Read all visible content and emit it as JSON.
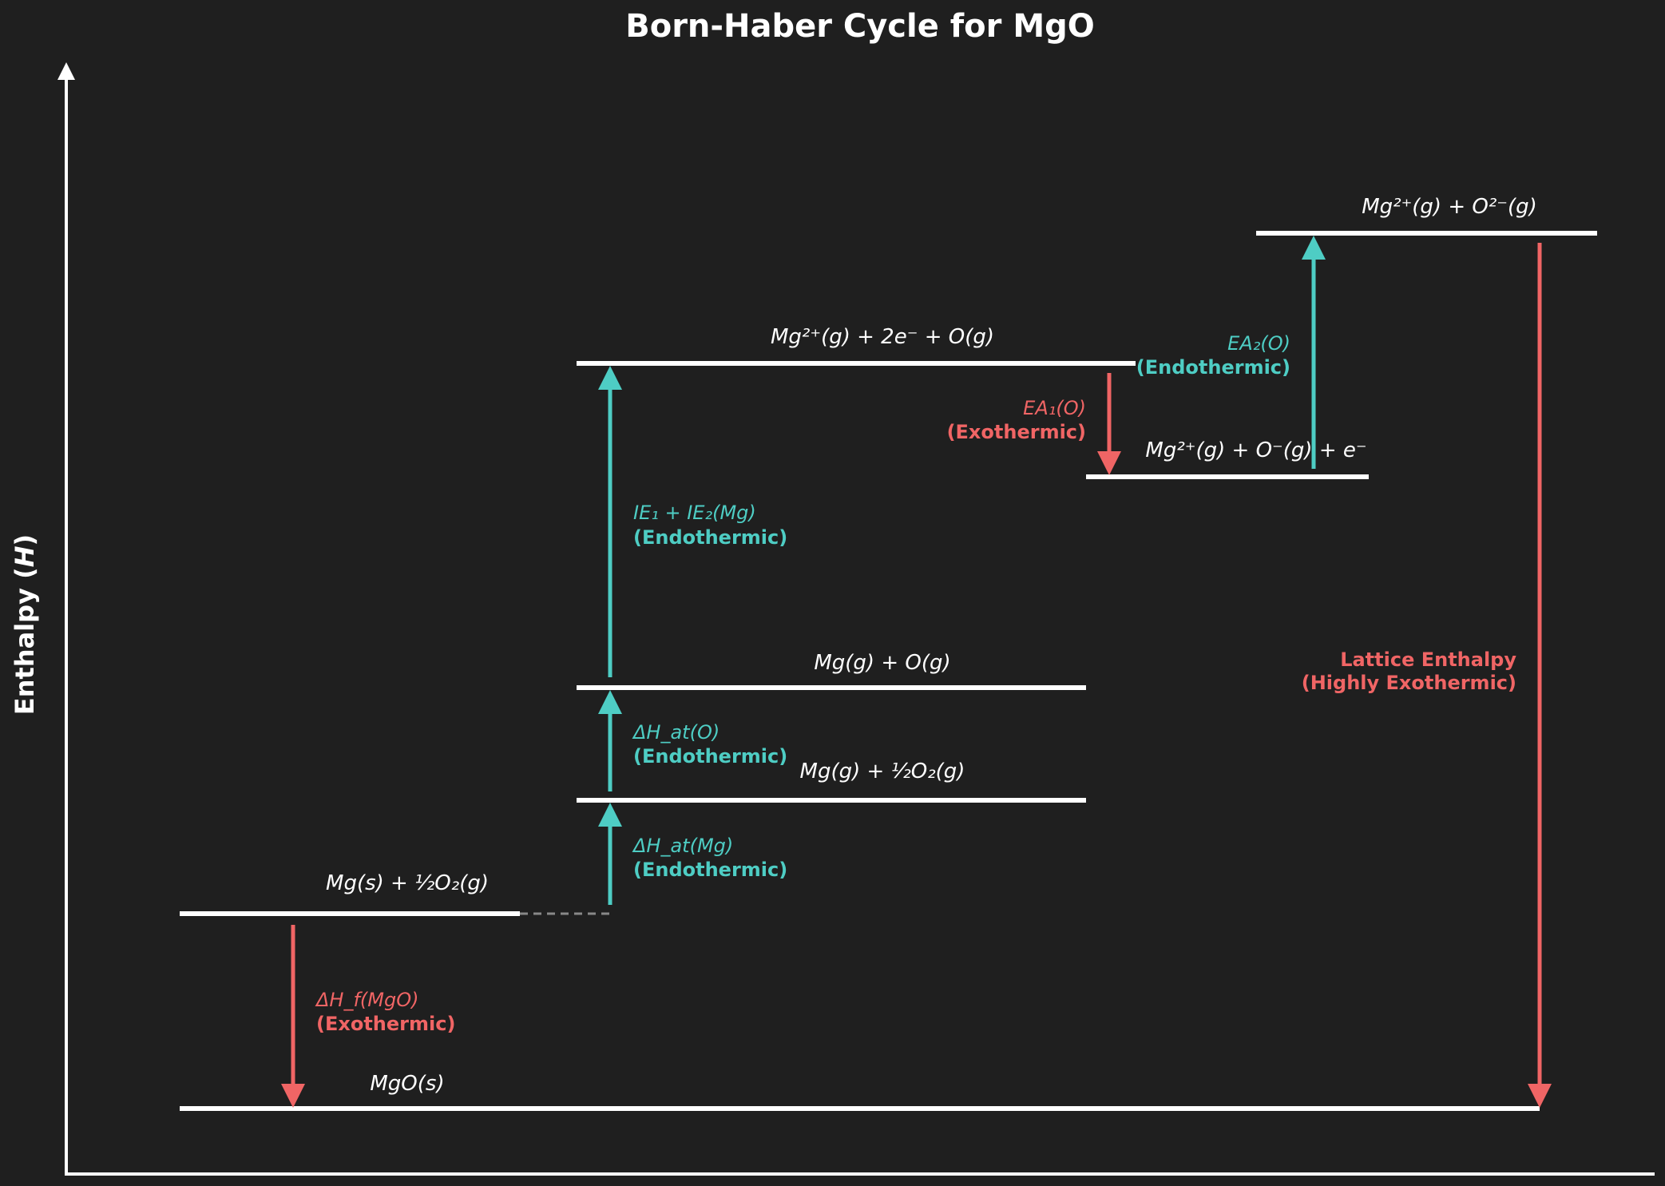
{
  "title": "Born-Haber Cycle for MgO",
  "y_axis": {
    "label_prefix": "Enthalpy (",
    "label_symbol": "H",
    "label_suffix": ")"
  },
  "colors": {
    "background": "#1f1f1f",
    "level": "#ffffff",
    "endothermic": "#4ecdc4",
    "exothermic": "#f06565",
    "connector": "#888888"
  },
  "levels": [
    {
      "id": "mgo",
      "label": "MgO(s)"
    },
    {
      "id": "elements",
      "label": "Mg(s) + ½O₂(g)"
    },
    {
      "id": "mg_gas_o2",
      "label": "Mg(g) + ½O₂(g)"
    },
    {
      "id": "gas_atoms",
      "label": "Mg(g) + O(g)"
    },
    {
      "id": "mg2_o",
      "label": "Mg²⁺(g) + 2e⁻ + O(g)"
    },
    {
      "id": "mg2_o_minus",
      "label": "Mg²⁺(g) + O⁻(g) + e⁻"
    },
    {
      "id": "ions",
      "label": "Mg²⁺(g) + O²⁻(g)"
    }
  ],
  "steps": [
    {
      "id": "formation",
      "name": "ΔH_f(MgO)",
      "kind": "(Exothermic)",
      "type": "exothermic"
    },
    {
      "id": "atomisation_mg",
      "name": "ΔH_at(Mg)",
      "kind": "(Endothermic)",
      "type": "endothermic"
    },
    {
      "id": "atomisation_o",
      "name": "ΔH_at(O)",
      "kind": "(Endothermic)",
      "type": "endothermic"
    },
    {
      "id": "ionisation",
      "name": "IE₁ + IE₂(Mg)",
      "kind": "(Endothermic)",
      "type": "endothermic"
    },
    {
      "id": "ea1",
      "name": "EA₁(O)",
      "kind": "(Exothermic)",
      "type": "exothermic"
    },
    {
      "id": "ea2",
      "name": "EA₂(O)",
      "kind": "(Endothermic)",
      "type": "endothermic"
    },
    {
      "id": "lattice",
      "name": "Lattice Enthalpy",
      "kind": "(Highly Exothermic)",
      "type": "exothermic"
    }
  ]
}
